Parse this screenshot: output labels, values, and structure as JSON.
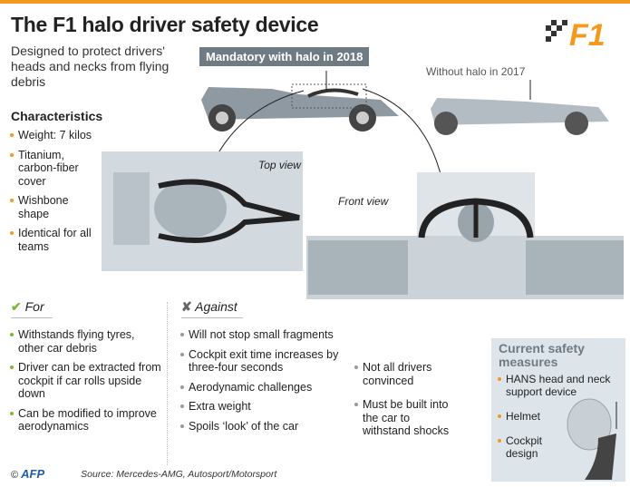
{
  "title": "The F1 halo driver safety device",
  "subtitle": "Designed to protect drivers' heads and necks from flying debris",
  "logo_text": "F1",
  "characteristics": {
    "heading": "Characteristics",
    "items": [
      "Weight: 7 kilos",
      "Titanium, carbon-fiber cover",
      "Wishbone shape",
      "Identical for all teams"
    ]
  },
  "illustrations": {
    "mandatory": "Mandatory with halo in 2018",
    "without": "Without halo in 2017",
    "top_view": "Top view",
    "front_view": "Front view"
  },
  "pros": {
    "icon": "✔",
    "heading": "For",
    "items": [
      "Withstands flying tyres, other car debris",
      "Driver can be extracted from cockpit if car rolls upside down",
      "Can be modified to improve aerodynamics"
    ]
  },
  "cons": {
    "icon": "✘",
    "heading": "Against",
    "col1": [
      "Will not stop small fragments",
      "Cockpit exit time increases by three-four seconds",
      "Aerodynamic challenges",
      "Extra weight",
      "Spoils ‘look’ of the car"
    ],
    "col2": [
      "Not all drivers convinced",
      "Must be built into the car to withstand shocks"
    ]
  },
  "safety": {
    "heading": "Current safety measures",
    "items": [
      "HANS head and neck support device",
      "Helmet",
      "Cockpit design"
    ]
  },
  "footer": {
    "copyright": "©",
    "agency": "AFP",
    "source": "Source: Mercedes-AMG, Autosport/Motorsport"
  },
  "colors": {
    "accent": "#f39a1e",
    "green": "#7cb833",
    "slate": "#6f7b84"
  }
}
